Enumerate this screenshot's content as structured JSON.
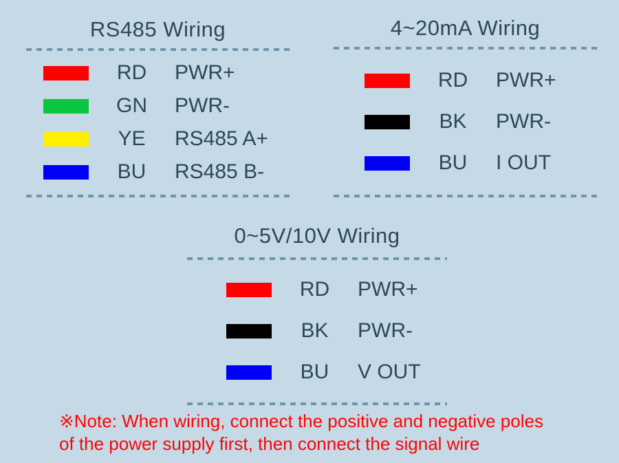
{
  "page": {
    "background": "#c5dae6"
  },
  "colors": {
    "text": "#2e4756",
    "dash": "#6f95ab",
    "note": "#fa0606",
    "wire_red": "#ff0000",
    "wire_green": "#0bc440",
    "wire_yellow": "#ffef00",
    "wire_blue": "#0000f8",
    "wire_black": "#000000"
  },
  "sections": [
    {
      "id": "rs485",
      "title": "RS485 Wiring",
      "rows": [
        {
          "color_name": "red",
          "swatch_color": "#ff0000",
          "code": "RD",
          "label": "PWR+"
        },
        {
          "color_name": "green",
          "swatch_color": "#0bc440",
          "code": "GN",
          "label": "PWR-"
        },
        {
          "color_name": "yellow",
          "swatch_color": "#ffef00",
          "code": "YE",
          "label": "RS485 A+"
        },
        {
          "color_name": "blue",
          "swatch_color": "#0000f8",
          "code": "BU",
          "label": "RS485 B-"
        }
      ]
    },
    {
      "id": "4-20ma",
      "title": "4~20mA Wiring",
      "rows": [
        {
          "color_name": "red",
          "swatch_color": "#ff0000",
          "code": "RD",
          "label": "PWR+"
        },
        {
          "color_name": "black",
          "swatch_color": "#000000",
          "code": "BK",
          "label": "PWR-"
        },
        {
          "color_name": "blue",
          "swatch_color": "#0000f8",
          "code": "BU",
          "label": "I OUT"
        }
      ]
    },
    {
      "id": "0-5v-10v",
      "title": "0~5V/10V Wiring",
      "rows": [
        {
          "color_name": "red",
          "swatch_color": "#ff0000",
          "code": "RD",
          "label": "PWR+"
        },
        {
          "color_name": "black",
          "swatch_color": "#000000",
          "code": "BK",
          "label": "PWR-"
        },
        {
          "color_name": "blue",
          "swatch_color": "#0000f8",
          "code": "BU",
          "label": "V OUT"
        }
      ]
    }
  ],
  "note": {
    "line1": "※Note: When wiring, connect the positive and negative poles",
    "line2": "of the power supply first, then connect the signal wire"
  }
}
